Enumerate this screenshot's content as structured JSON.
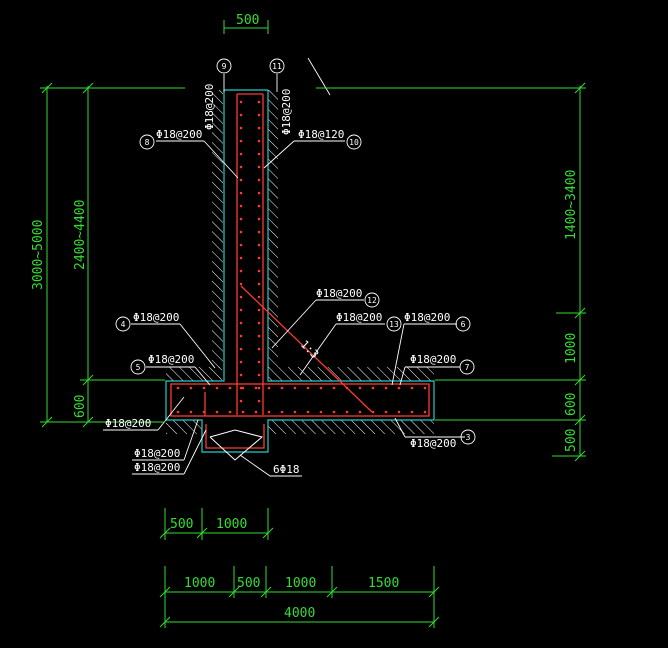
{
  "colors": {
    "background": "#000000",
    "dimension": "#33dd33",
    "label": "#ffffff",
    "outline": "#ffffff",
    "cyan": "#22cccc",
    "rebar": "#ff3b30"
  },
  "dimensions": {
    "top": "500",
    "left_outer": "3000~5000",
    "left_inner": "2400~4400",
    "left_bottom": "600",
    "right_top": "1400~3400",
    "right_mid": "1000",
    "right_low": "600",
    "right_bottom": "500",
    "bottom_row1": [
      "500",
      "1000"
    ],
    "bottom_row2": [
      "1000",
      "500",
      "1000",
      "1500"
    ],
    "bottom_total": "4000"
  },
  "annotations": {
    "bar8": "Φ18@200",
    "bar10": "Φ18@120",
    "bar9_vertical": "Φ18@200",
    "bar11_vertical": "Φ18@200",
    "bar4": "Φ18@200",
    "bar5": "Φ18@200",
    "bar12": "Φ18@200",
    "bar13": "Φ18@200",
    "bar6": "Φ18@200",
    "bar7": "Φ18@200",
    "bar3": "Φ18@200",
    "left_low": "Φ18@200",
    "key_bar1": "Φ18@200",
    "key_bar2": "Φ18@200",
    "key_stirrup": "6Φ18",
    "slope": "1:3"
  },
  "markers": {
    "m8": "8",
    "m10": "10",
    "m9": "9",
    "m11": "11",
    "m4": "4",
    "m5": "5",
    "m12": "12",
    "m13": "13",
    "m6": "6",
    "m7": "7",
    "m3": "3"
  }
}
